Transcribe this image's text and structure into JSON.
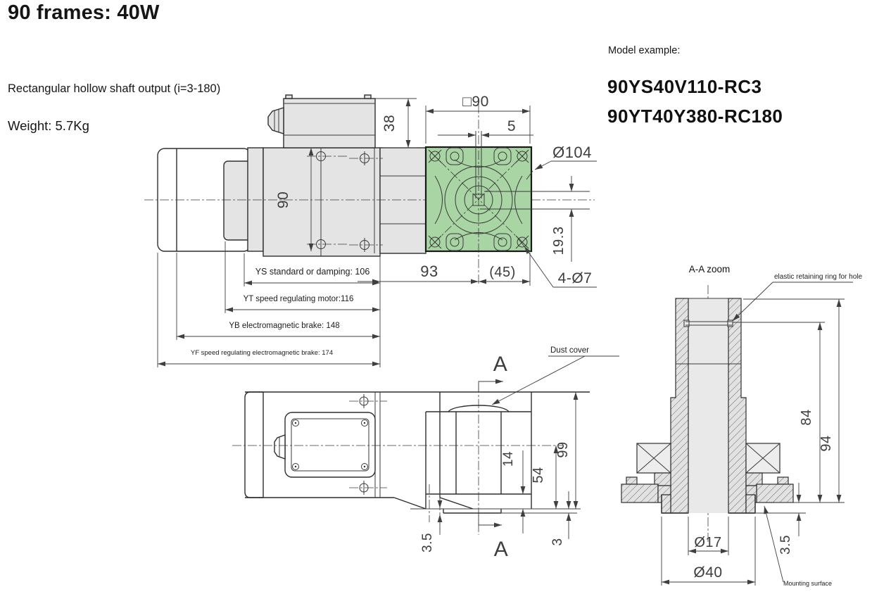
{
  "colors": {
    "flange_green": "#a9d4a4",
    "body_gray": "#e4e4e4",
    "line_dark": "#2e2e2e"
  },
  "header": {
    "title": "90 frames: 40W",
    "subtitle": "Rectangular hollow shaft output (i=3-180)",
    "weight": "Weight: 5.7Kg"
  },
  "model_example": {
    "heading": "Model example:",
    "model_1": "90YS40V110-RC3",
    "model_2": "90YT40Y380-RC180"
  },
  "side_view": {
    "dim_box_height": "38",
    "dim_flange_square": "□90",
    "dim_slot_width": "5",
    "dim_bolt_circle": "Ø104",
    "dim_body_height": "90",
    "dim_offset": "19.3",
    "dim_gearbox_length": "93",
    "dim_flange_depth": "(45)",
    "dim_holes": "4-Ø7",
    "len_ys": "YS standard or damping: 106",
    "len_yt": "YT speed regulating motor:116",
    "len_yb": "YB electromagnetic brake: 148",
    "len_yf": "YF speed regulating electromagnetic brake: 174"
  },
  "bottom_view": {
    "dim_step": "3.5",
    "dim_slot_depth": "14",
    "dim_center_to_face": "54",
    "dim_total_height": "99",
    "dim_boss": "3",
    "label_dust_cover": "Dust cover",
    "section_letter_top": "A",
    "section_letter_bottom": "A"
  },
  "section_view": {
    "title": "A-A zoom",
    "label_retaining_ring": "elastic retaining ring for hole",
    "label_mounting_surface": "Mounting surface",
    "dim_ring_depth": "84",
    "dim_total_depth": "94",
    "dim_bore": "Ø17",
    "dim_boss_dia": "Ø40",
    "dim_face_step": "3.5"
  }
}
